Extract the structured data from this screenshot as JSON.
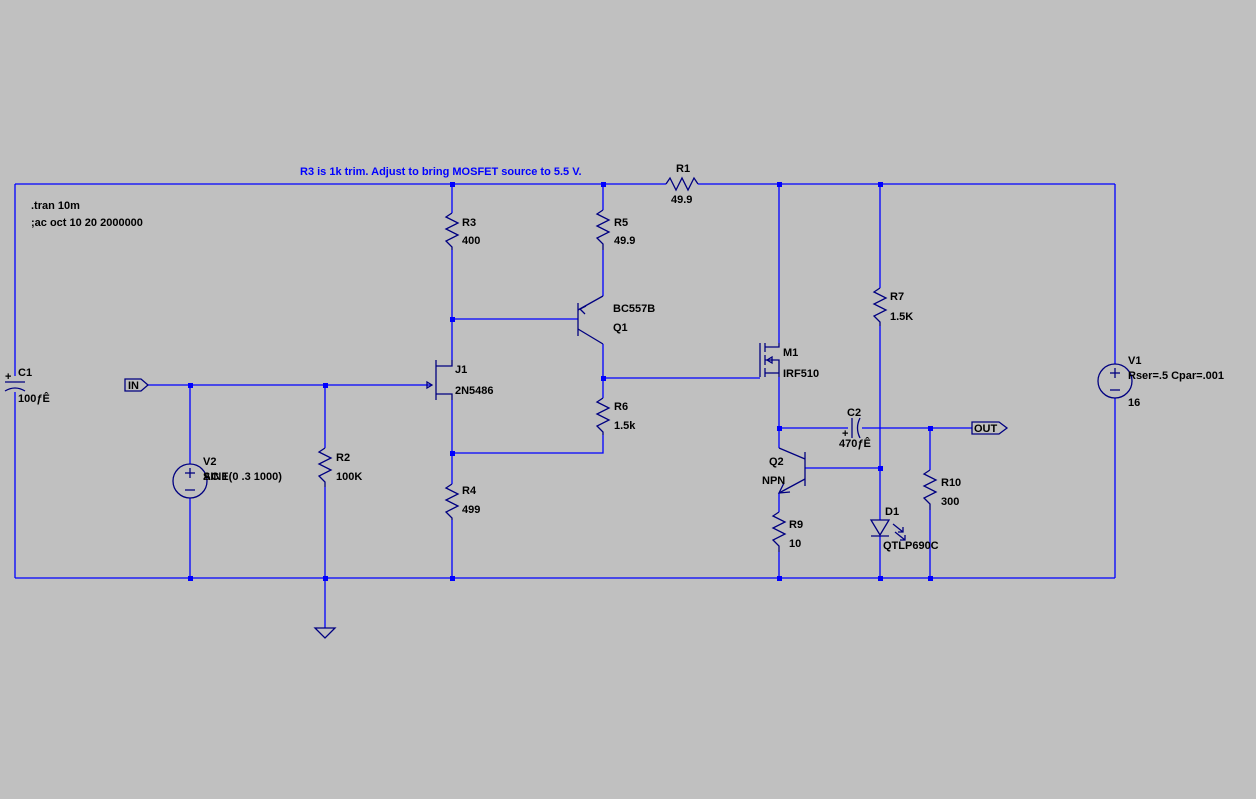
{
  "colors": {
    "background": "#c0c0c0",
    "wire": "#0000ff",
    "component": "#000080",
    "text": "#000000",
    "comment": "#0000ff"
  },
  "comment": "R3 is 1k trim. Adjust to bring MOSFET source to 5.5 V.",
  "directives": {
    "tran": ".tran 10m",
    "ac": ";ac oct 10 20 2000000"
  },
  "ports": {
    "in": "IN",
    "out": "OUT"
  },
  "components": {
    "R1": {
      "name": "R1",
      "value": "49.9"
    },
    "R2": {
      "name": "R2",
      "value": "100K"
    },
    "R3": {
      "name": "R3",
      "value": "400"
    },
    "R4": {
      "name": "R4",
      "value": "499"
    },
    "R5": {
      "name": "R5",
      "value": "49.9"
    },
    "R6": {
      "name": "R6",
      "value": "1.5k"
    },
    "R7": {
      "name": "R7",
      "value": "1.5K"
    },
    "R9": {
      "name": "R9",
      "value": "10"
    },
    "R10": {
      "name": "R10",
      "value": "300"
    },
    "C1": {
      "name": "C1",
      "value": "100ƒÊ"
    },
    "C2": {
      "name": "C2",
      "value": "470ƒÊ"
    },
    "J1": {
      "name": "J1",
      "model": "2N5486"
    },
    "Q1": {
      "name": "Q1",
      "model": "BC557B"
    },
    "Q2": {
      "name": "Q2",
      "model": "NPN"
    },
    "M1": {
      "name": "M1",
      "model": "IRF510"
    },
    "D1": {
      "name": "D1",
      "model": "QTLP690C"
    },
    "V1": {
      "name": "V1",
      "param": "Rser=.5 Cpar=.001",
      "value": "16"
    },
    "V2": {
      "name": "V2",
      "value": "AC 1",
      "value_overlap": "SINE(0 .3 1000)"
    }
  }
}
